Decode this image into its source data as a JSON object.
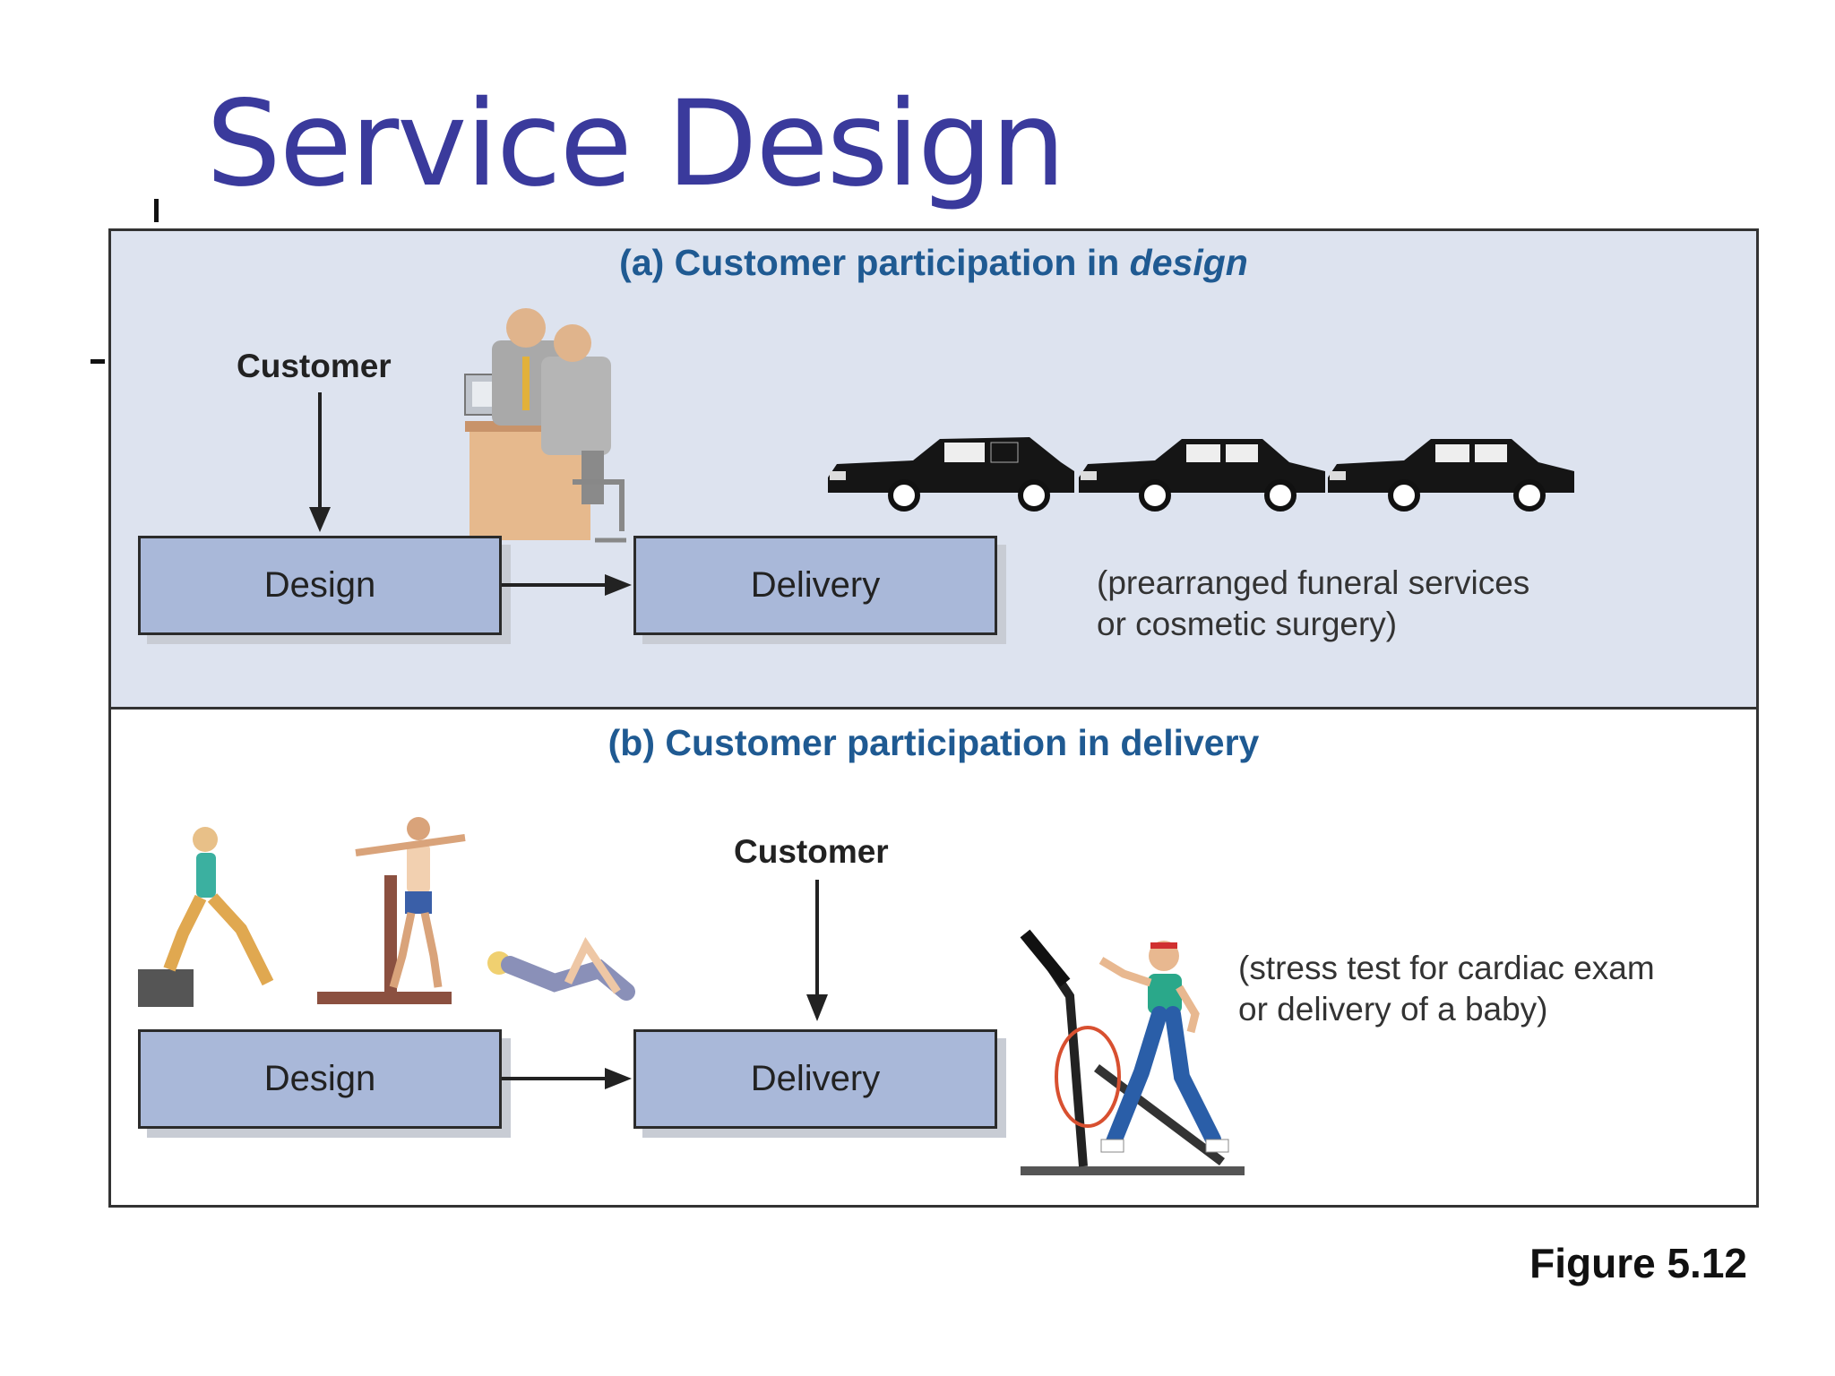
{
  "slide": {
    "title": "Service Design"
  },
  "panel_a": {
    "heading_prefix": "(a) Customer participation in ",
    "heading_emph": "design",
    "customer_label": "Customer",
    "design_label": "Design",
    "delivery_label": "Delivery",
    "note_line1": "(prearranged funeral services",
    "note_line2": "or cosmetic surgery)"
  },
  "panel_b": {
    "heading": "(b) Customer participation in delivery",
    "customer_label": "Customer",
    "design_label": "Design",
    "delivery_label": "Delivery",
    "note_line1": "(stress test for cardiac exam",
    "note_line2": "or delivery of a baby)"
  },
  "figure": {
    "caption": "Figure 5.12"
  },
  "colors": {
    "title": "#3a3a9c",
    "heading": "#1f5a92",
    "box_fill": "#a9b8d9",
    "panel_a_bg": "#dde3ef"
  }
}
